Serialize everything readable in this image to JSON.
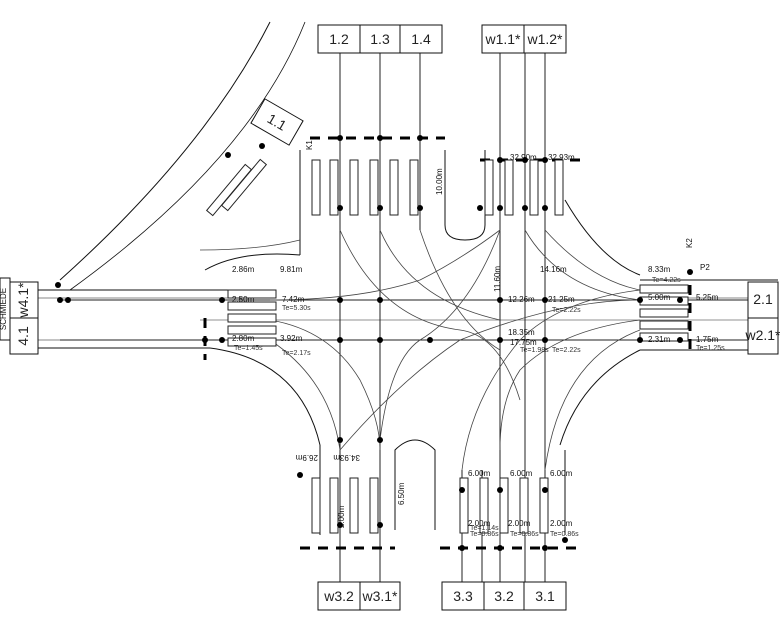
{
  "signal_groups": {
    "north": [
      "1.2",
      "1.3",
      "1.4"
    ],
    "north_ped": [
      "w1.1*",
      "w1.2*"
    ],
    "northwest": "1.1",
    "east": [
      "2.1",
      "w2.1*"
    ],
    "south": [
      "3.3",
      "3.2",
      "3.1"
    ],
    "south_ped": [
      "w3.2",
      "w3.1*"
    ],
    "west": [
      "w4.1*",
      "4.1"
    ],
    "west_side": "SCHMIEDE"
  },
  "detectors": {
    "k2": "K2",
    "p2": "P2",
    "k1": "K1"
  },
  "distances": {
    "west_upper": [
      "2.86m",
      "9.81m",
      "2.50m",
      "7.42m"
    ],
    "west_lower": [
      "2.80m",
      "3.92m"
    ],
    "north_right": [
      "32.90m",
      "32.93m",
      "10.00m"
    ],
    "center": [
      "11.60m",
      "14.16m",
      "12.26m",
      "21.25m",
      "18.35m",
      "17.75m"
    ],
    "east": [
      "8.33m",
      "5.00m",
      "5.25m",
      "2.31m",
      "1.75m"
    ],
    "south_left": [
      "26.9m",
      "34.93m",
      "2.00m",
      "6.50m"
    ],
    "south_right": [
      "6.00m",
      "6.00m",
      "6.00m",
      "2.00m",
      "2.00m",
      "2.00m"
    ]
  },
  "times": {
    "west": [
      "Te=5.30s",
      "Te=2.17s",
      "Te=1.45s"
    ],
    "center": [
      "Te=2.22s",
      "Te=1.98s",
      "Te=2.22s"
    ],
    "east": [
      "Te=4.22s",
      "Te=1.25s"
    ],
    "south": [
      "Te=0.86s",
      "Te=0.86s",
      "Te=0.86s",
      "Te=1.14s"
    ]
  },
  "colors": {
    "line": "#111111",
    "thin": "#555555",
    "background": "#ffffff"
  }
}
